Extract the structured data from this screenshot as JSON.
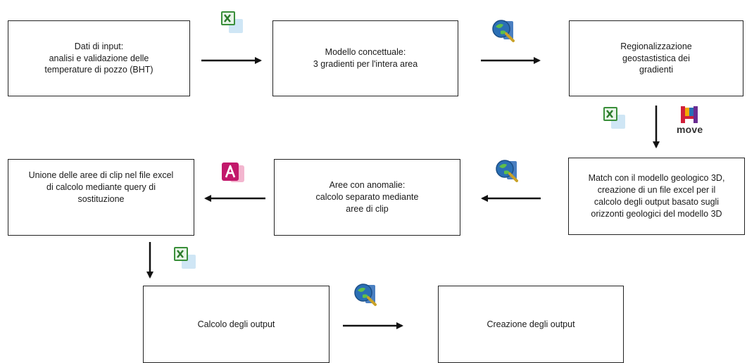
{
  "boxes": {
    "input": "Dati di input:\nanalisi e validazione delle\ntemperature di pozzo (BHT)",
    "concept_model": "Modello concettuale:\n3 gradienti per l'intera area",
    "regionalization": "Regionalizzazione\ngeostastistica dei\ngradienti",
    "match_3d": "Match con il modello geologico 3D,\ncreazione di un file excel per il\ncalcolo degli output basato sugli\norizzonti geologici del modello 3D",
    "anomalies": "Aree con anomalie:\ncalcolo separato mediante\naree di clip",
    "union": "Unione delle aree di clip nel file excel\ndi calcolo mediante query di\nsostituzione",
    "compute_output": "Calcolo degli output",
    "create_output": "Creazione degli output"
  },
  "icons": {
    "move_label": "move",
    "names": [
      "excel-icon",
      "qgis-icon",
      "access-icon",
      "move-icon"
    ]
  },
  "colors": {
    "excel_green": "#3a8f3a",
    "qgis_blue": "#2a6fb5",
    "access_magenta": "#c2186b",
    "move_red": "#d11f3a"
  }
}
